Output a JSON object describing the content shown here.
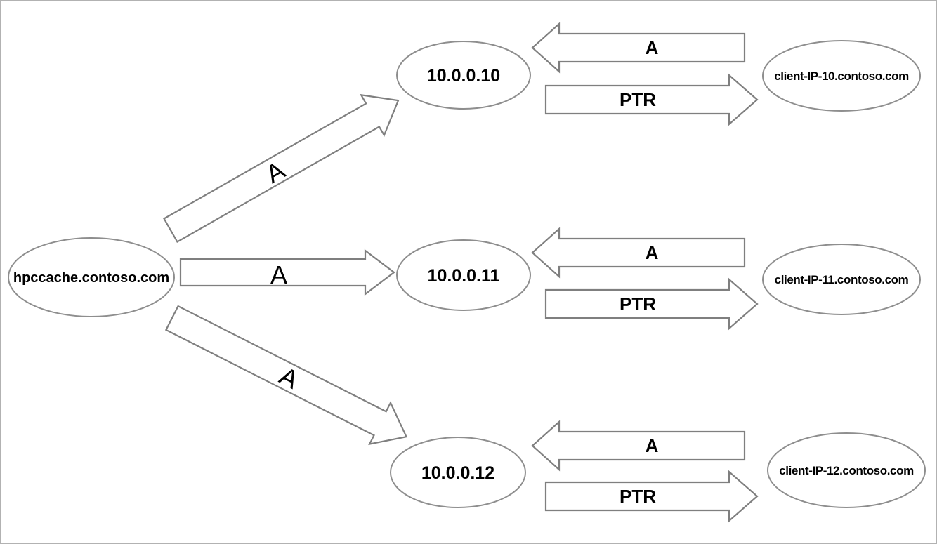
{
  "diagram": {
    "source_node": {
      "label": "hpccache.contoso.com"
    },
    "rows": [
      {
        "ip": "10.0.0.10",
        "client": "client-IP-10.contoso.com",
        "a_forward_label": "A",
        "a_reverse_label": "A",
        "ptr_label": "PTR"
      },
      {
        "ip": "10.0.0.11",
        "client": "client-IP-11.contoso.com",
        "a_forward_label": "A",
        "a_reverse_label": "A",
        "ptr_label": "PTR"
      },
      {
        "ip": "10.0.0.12",
        "client": "client-IP-12.contoso.com",
        "a_forward_label": "A",
        "a_reverse_label": "A",
        "ptr_label": "PTR"
      }
    ],
    "colors": {
      "stroke": "#8e8e8e",
      "arrow_stroke": "#7f7f7f",
      "text": "#000000",
      "background": "#ffffff",
      "border": "#b2b2b2"
    }
  }
}
